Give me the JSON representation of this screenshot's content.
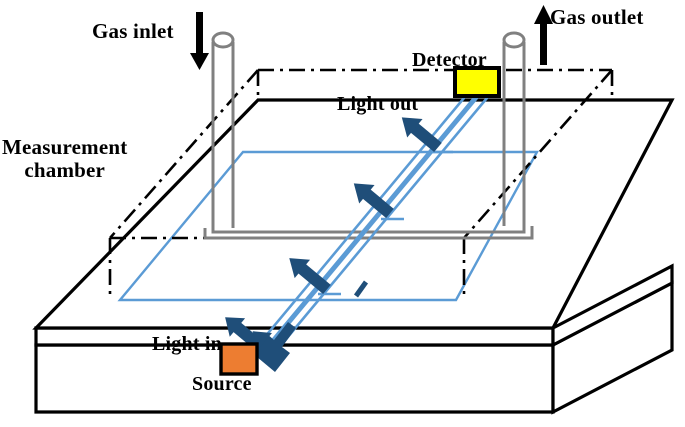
{
  "diagram": {
    "title": "Gas measurement chamber optical path schematic",
    "type": "isometric-technical-diagram"
  },
  "labels": {
    "gas_inlet": "Gas inlet",
    "gas_outlet": "Gas outlet",
    "detector": "Detector",
    "light_out": "Light out",
    "measurement_chamber_line1": "Measurement",
    "measurement_chamber_line2": "chamber",
    "light_in": "Light in",
    "source": "Source"
  },
  "colors": {
    "outline": "#000000",
    "slab_face": "#ffffff",
    "inner_rect": "#5B9BD5",
    "beam_channel": "#5B9BD5",
    "beam_arrow": "#1F4E79",
    "tube": "#808080",
    "detector_fill": "#FFFF00",
    "source_fill": "#ED7D31",
    "chamber_outline": "#000000",
    "background": "#ffffff"
  },
  "components": {
    "slab": {
      "name": "substrate-slab",
      "style": "isometric rectangular slab, white faces, black outline, thin upper layer over thicker body"
    },
    "inner_rectangle": {
      "name": "inner-blue-parallelogram",
      "stroke": "#5B9BD5",
      "stroke_width": 2
    },
    "measurement_chamber": {
      "name": "measurement-chamber-box",
      "line_style": "dash-dot",
      "stroke": "#000000"
    },
    "gas_inlet_tube": {
      "name": "gas-inlet-tube",
      "stroke": "#808080",
      "has_elliptical_opening": true,
      "arrow_direction": "down"
    },
    "gas_outlet_tube": {
      "name": "gas-outlet-tube",
      "stroke": "#808080",
      "has_elliptical_opening": true,
      "arrow_direction": "up"
    },
    "detector": {
      "name": "detector-block",
      "fill": "#FFFF00",
      "stroke": "#000000"
    },
    "source": {
      "name": "source-block",
      "fill": "#ED7D31",
      "stroke": "#000000"
    },
    "light_beam": {
      "name": "light-beam-path",
      "channel_stroke": "#5B9BD5",
      "arrow_fill": "#1F4E79",
      "arrow_count": 4,
      "direction": "from source (lower-left) to detector (upper-right)"
    }
  }
}
